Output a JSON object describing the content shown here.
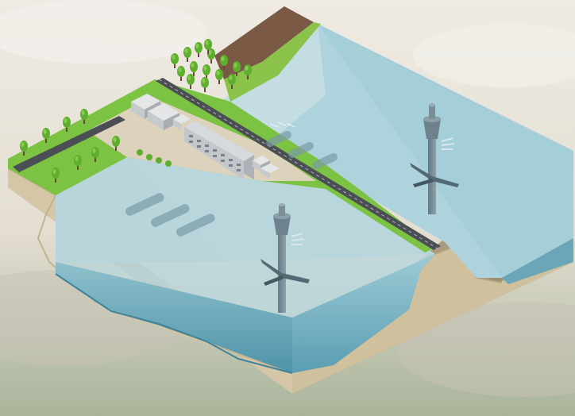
{
  "diagram": {
    "title": "",
    "labels": [],
    "elements": {
      "upper_reservoir": "upper-reservoir-water",
      "lower_reservoir": "lower-reservoir-water",
      "dam_road": "dam-road",
      "power_plant": "power-plant-building",
      "turbines": [
        "turbine-upper",
        "turbine-lower"
      ],
      "penstocks": 6,
      "trees": "tree-icon"
    }
  },
  "colors": {
    "background_top": "#ece7de",
    "background_bottom": "#a9b49a",
    "grass": "#7cc243",
    "soil": "#cbbd9d",
    "water_surface": "#bcd7dd",
    "water_deep": "#5e9eb2",
    "road": "#4b4f55",
    "building": "#c9ccd0"
  }
}
